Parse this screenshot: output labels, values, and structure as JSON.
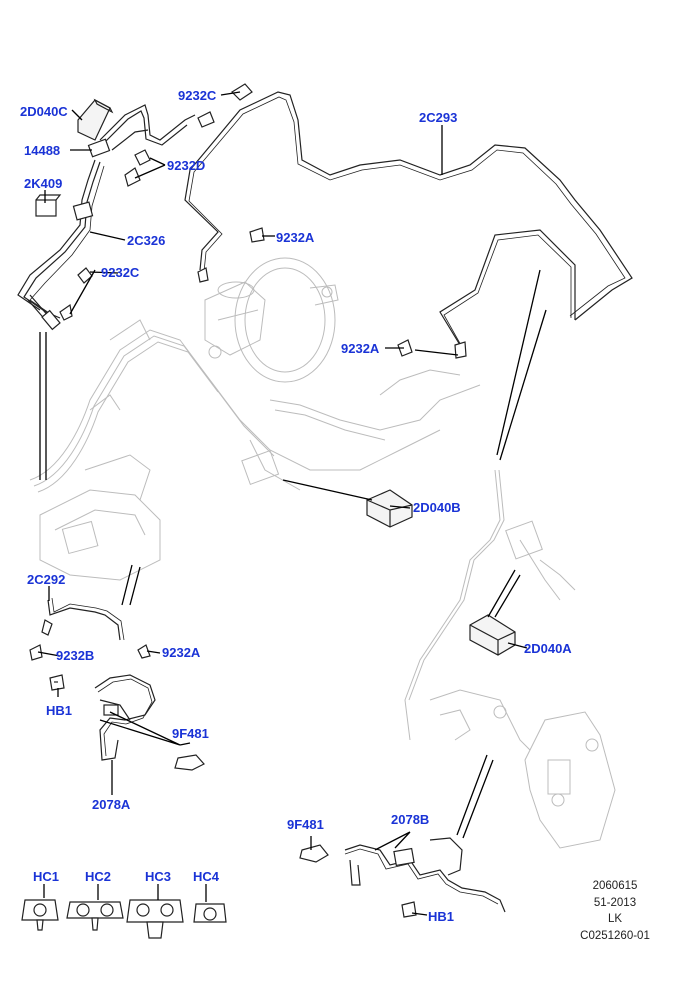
{
  "callouts": {
    "c_9232C_top": "9232C",
    "c_2D040C": "2D040C",
    "c_2C293": "2C293",
    "c_14488": "14488",
    "c_9232D": "9232D",
    "c_2K409": "2K409",
    "c_2C326": "2C326",
    "c_9232A_top": "9232A",
    "c_9232C_mid": "9232C",
    "c_9232A_mid": "9232A",
    "c_2D040B": "2D040B",
    "c_2C292": "2C292",
    "c_2D040A": "2D040A",
    "c_9232B": "9232B",
    "c_9232A_low": "9232A",
    "c_HB1_left": "HB1",
    "c_9F481_left": "9F481",
    "c_2078A": "2078A",
    "c_9F481_right": "9F481",
    "c_2078B": "2078B",
    "c_HB1_right": "HB1",
    "c_HC1": "HC1",
    "c_HC2": "HC2",
    "c_HC3": "HC3",
    "c_HC4": "HC4"
  },
  "footer": {
    "line1": "2060615",
    "line2": "51-2013",
    "line3": "LK",
    "line4": "C0251260-01"
  },
  "colors": {
    "callout_text": "#1a33d6",
    "leader_line": "#000000",
    "part_line": "#222222",
    "ghost_line": "#b8b8b8"
  }
}
